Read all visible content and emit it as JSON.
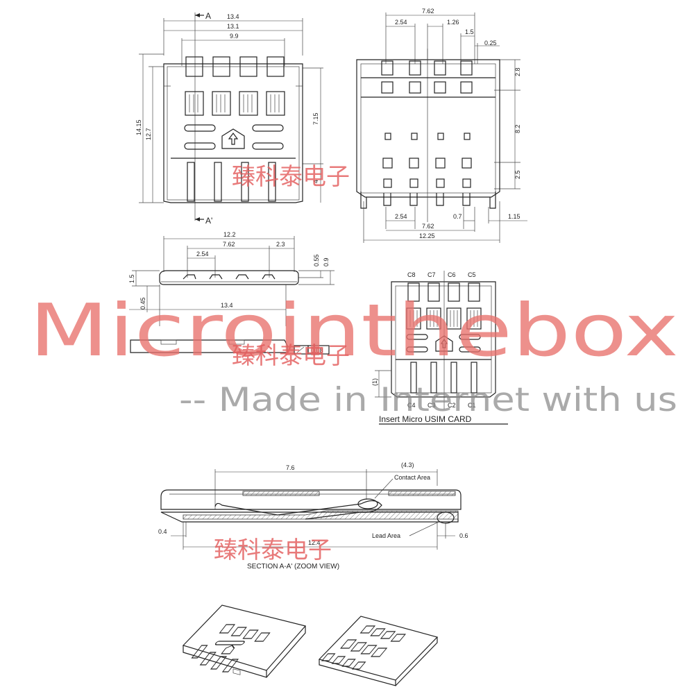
{
  "top_view": {
    "dims": {
      "w1": "13.4",
      "w2": "13.1",
      "w3": "9.9",
      "h1": "14.15",
      "h2": "12.7",
      "h3": "7.15",
      "h4": "4"
    },
    "section_top": "A",
    "section_bottom": "A'"
  },
  "pcb_view": {
    "dims": {
      "top": "7.62",
      "p1": "2.54",
      "p2": "1.26",
      "p3": "1.5",
      "p4": "0.25",
      "r1": "2.8",
      "r2": "8.2",
      "r3": "2.5",
      "b1": "2.54",
      "b2": "0.7",
      "b3": "7.62",
      "b4": "12.25",
      "b5": "1.15"
    }
  },
  "side_view": {
    "dims": {
      "w1": "12.2",
      "w2": "7.62",
      "w3": "2.54",
      "w4": "2.3",
      "h1": "0.55",
      "h2": "0.9",
      "h3": "1.5",
      "h4": "0.45",
      "w5": "13.4",
      "flatness": "0.08"
    }
  },
  "card_view": {
    "contacts_top": [
      "C8",
      "C7",
      "C6",
      "C5"
    ],
    "contacts_bottom": [
      "C4",
      "C3",
      "C2",
      "C1"
    ],
    "dim": "(1)",
    "caption": "Insert Micro USIM CARD"
  },
  "section_view": {
    "dims": {
      "d1": "7.6",
      "d2": "(4.3)",
      "d3": "0.4",
      "d4": "12.4",
      "d5": "0.6"
    },
    "contact_area": "Contact Area",
    "lead_area": "Lead Area",
    "caption": "SECTION A-A' (ZOOM VIEW)"
  },
  "watermark": {
    "brand": "Microinthebox",
    "tagline": "-- Made in Internet with us",
    "cn": "臻科泰电子"
  },
  "colors": {
    "line": "#222222",
    "watermark_red": "#e8716d",
    "watermark_grey": "#8a8a8a"
  }
}
